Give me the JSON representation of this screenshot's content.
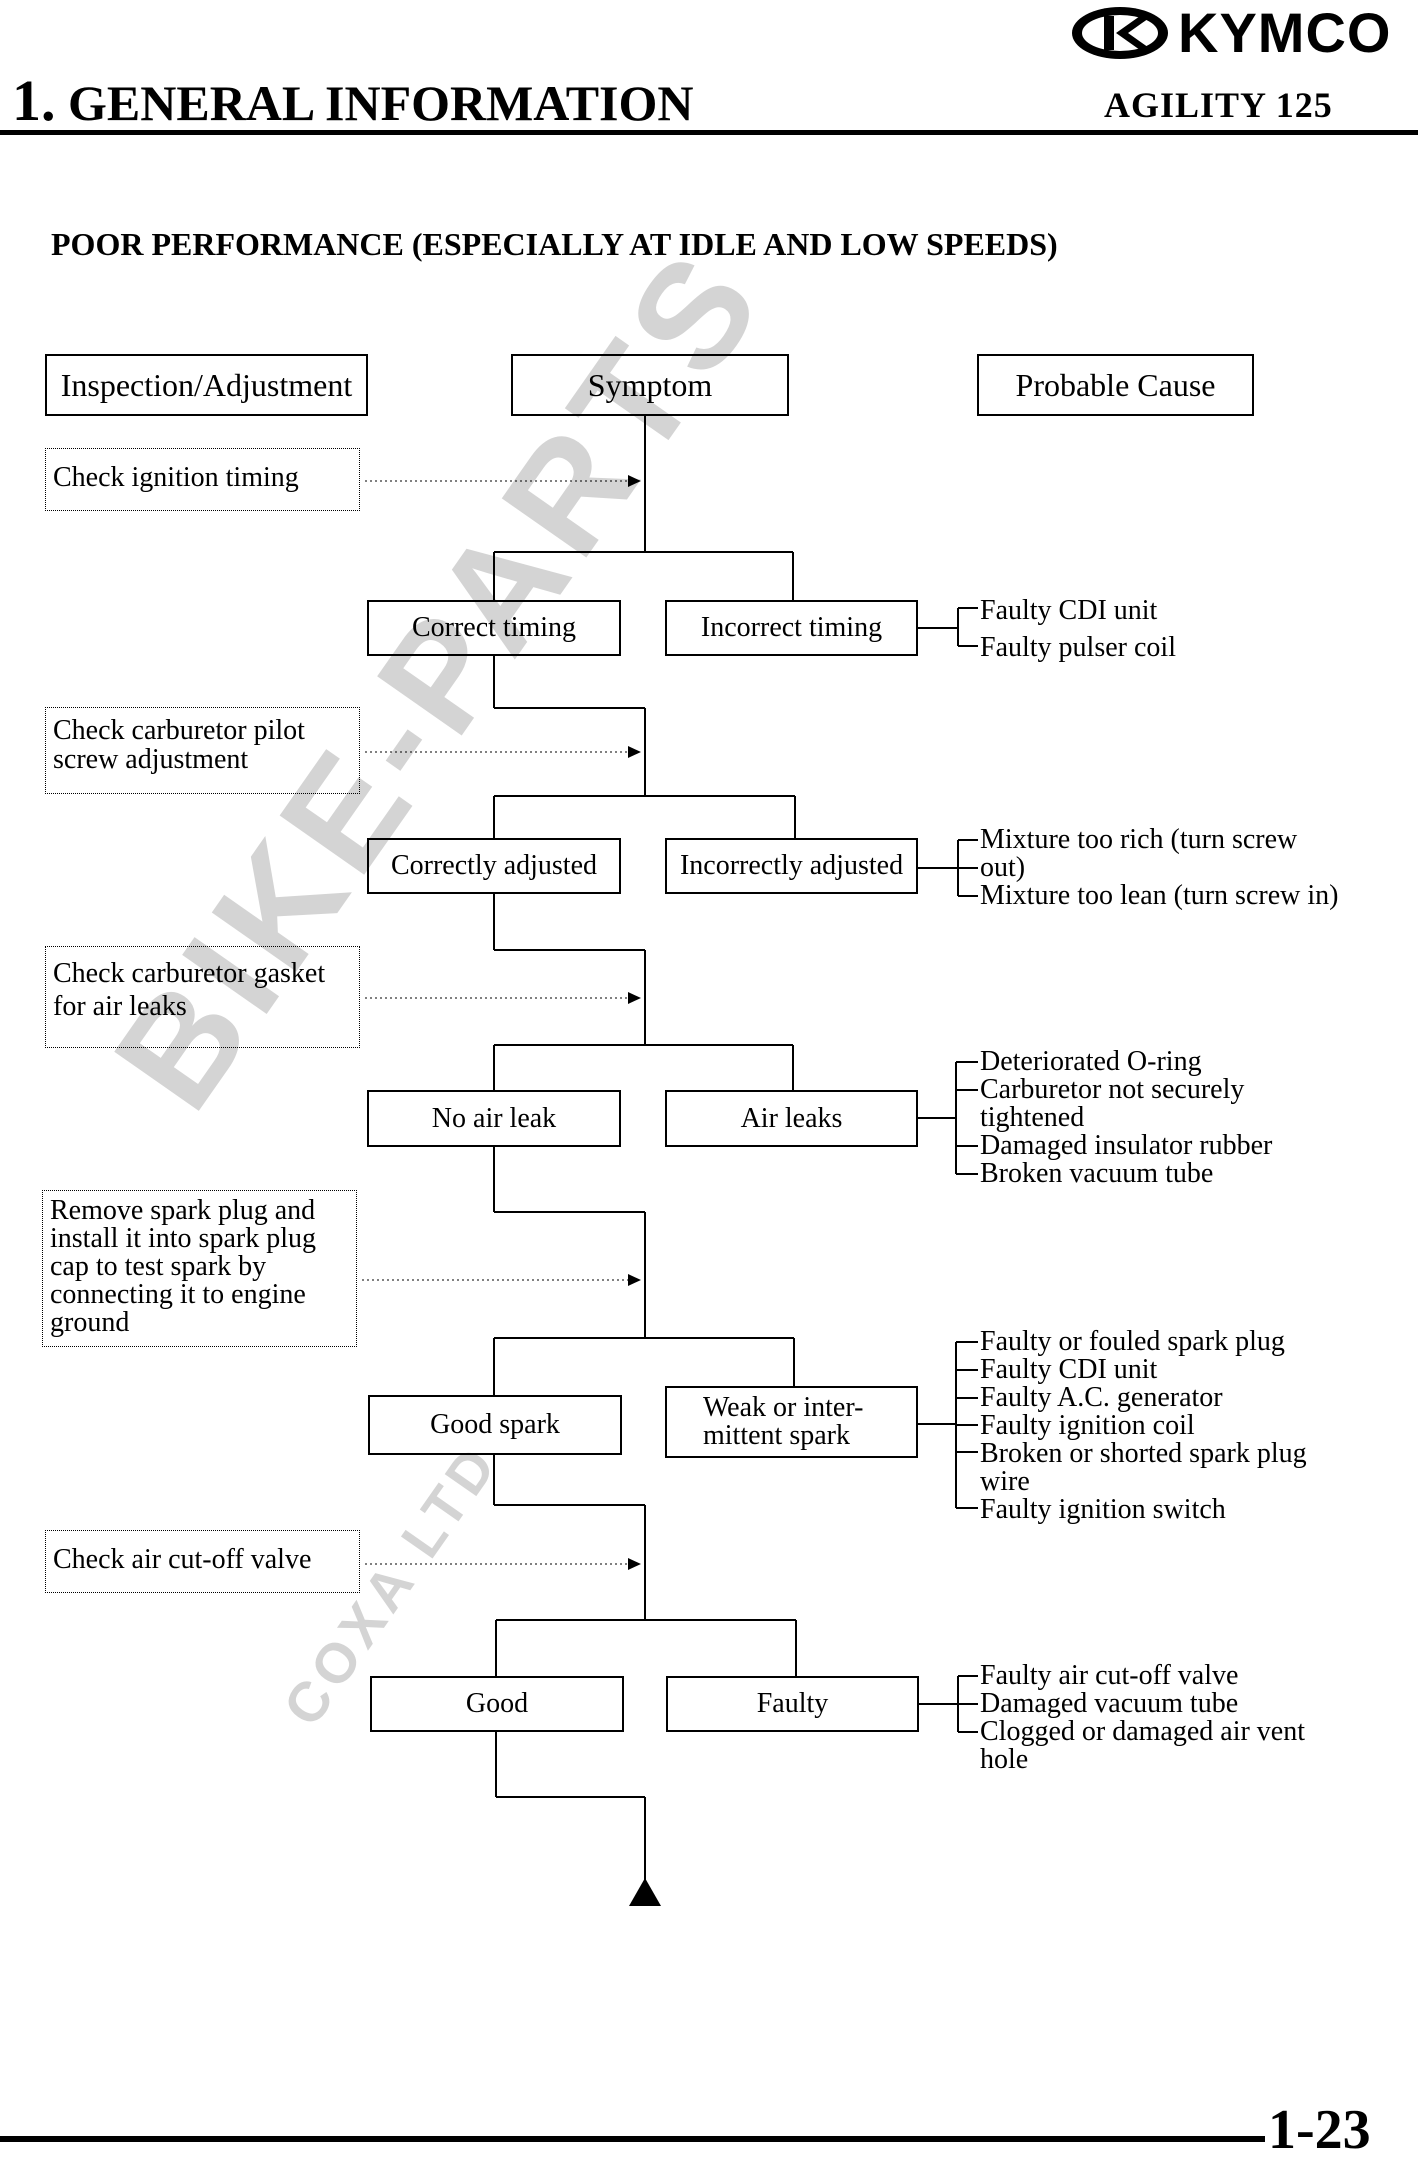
{
  "header": {
    "brand": "KYMCO",
    "chapter_number": "1.",
    "chapter_title": "GENERAL INFORMATION",
    "model": "AGILITY 125"
  },
  "section_title": "POOR PERFORMANCE (ESPECIALLY AT IDLE AND LOW SPEEDS)",
  "column_headers": {
    "inspection": "Inspection/Adjustment",
    "symptom": "Symptom",
    "cause": "Probable Cause"
  },
  "steps": [
    {
      "inspection": [
        "Check ignition timing"
      ],
      "left": "Correct timing",
      "right": "Incorrect timing",
      "causes": [
        "Faulty CDI unit",
        "Faulty pulser coil"
      ]
    },
    {
      "inspection": [
        "Check carburetor pilot",
        "screw adjustment"
      ],
      "left": "Correctly adjusted",
      "right": "Incorrectly adjusted",
      "causes": [
        "Mixture too rich (turn screw",
        "out)",
        "Mixture too lean (turn screw in)"
      ]
    },
    {
      "inspection": [
        "Check carburetor gasket",
        "for air leaks"
      ],
      "left": "No air leak",
      "right": "Air leaks",
      "causes": [
        "Deteriorated O-ring",
        "Carburetor not securely",
        "tightened",
        "Damaged insulator rubber",
        "Broken vacuum tube"
      ]
    },
    {
      "inspection": [
        "Remove spark plug and",
        "install it into spark plug",
        "cap to test spark by",
        "connecting it to engine",
        "ground"
      ],
      "left": "Good spark",
      "right": [
        "Weak or inter-",
        "mittent spark"
      ],
      "causes": [
        "Faulty or fouled spark plug",
        "Faulty CDI unit",
        "Faulty A.C. generator",
        "Faulty ignition coil",
        "Broken or shorted spark plug",
        "wire",
        "Faulty ignition switch"
      ]
    },
    {
      "inspection": [
        "Check air cut-off valve"
      ],
      "left": "Good",
      "right": "Faulty",
      "causes": [
        "Faulty air cut-off valve",
        "Damaged vacuum tube",
        "Clogged or damaged air vent",
        "hole"
      ]
    }
  ],
  "watermark": {
    "main": "BIKE-PARTS",
    "sub": "COXA LTD"
  },
  "page_number": "1-23"
}
